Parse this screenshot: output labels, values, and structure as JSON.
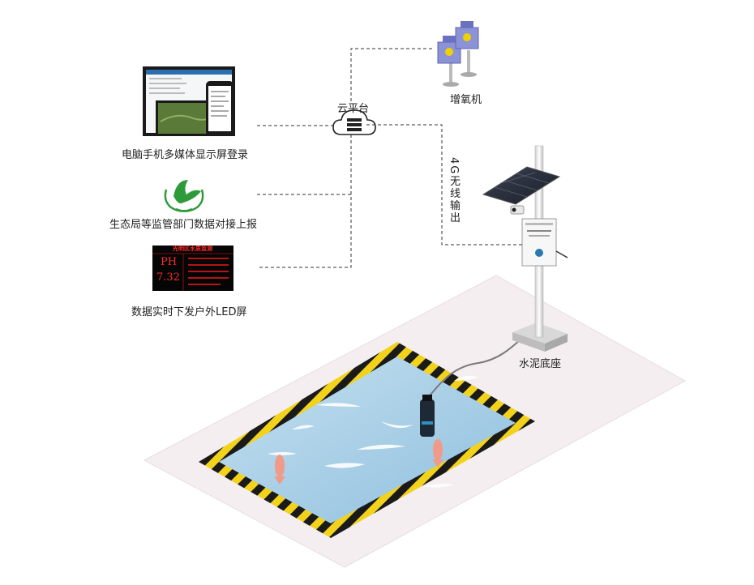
{
  "labels": {
    "cloud": "云平台",
    "aerator": "增氧机",
    "wireless": "4G无线输出",
    "devices": "电脑手机多媒体显示屏登录",
    "bureau": "生态局等监管部门数据对接上报",
    "led": "数据实时下发户外LED屏",
    "base": "水泥底座"
  },
  "led_screen": {
    "title": "光明区水质监测",
    "param": "PH",
    "value": "7.32"
  },
  "colors": {
    "line": "#333333",
    "pool_water": "#a9cfe6",
    "stripe_yellow": "#f2d21b",
    "stripe_black": "#1a1a1a",
    "ground": "#f4eef0",
    "fish": "#f09a8a",
    "led_red": "#e01818"
  }
}
